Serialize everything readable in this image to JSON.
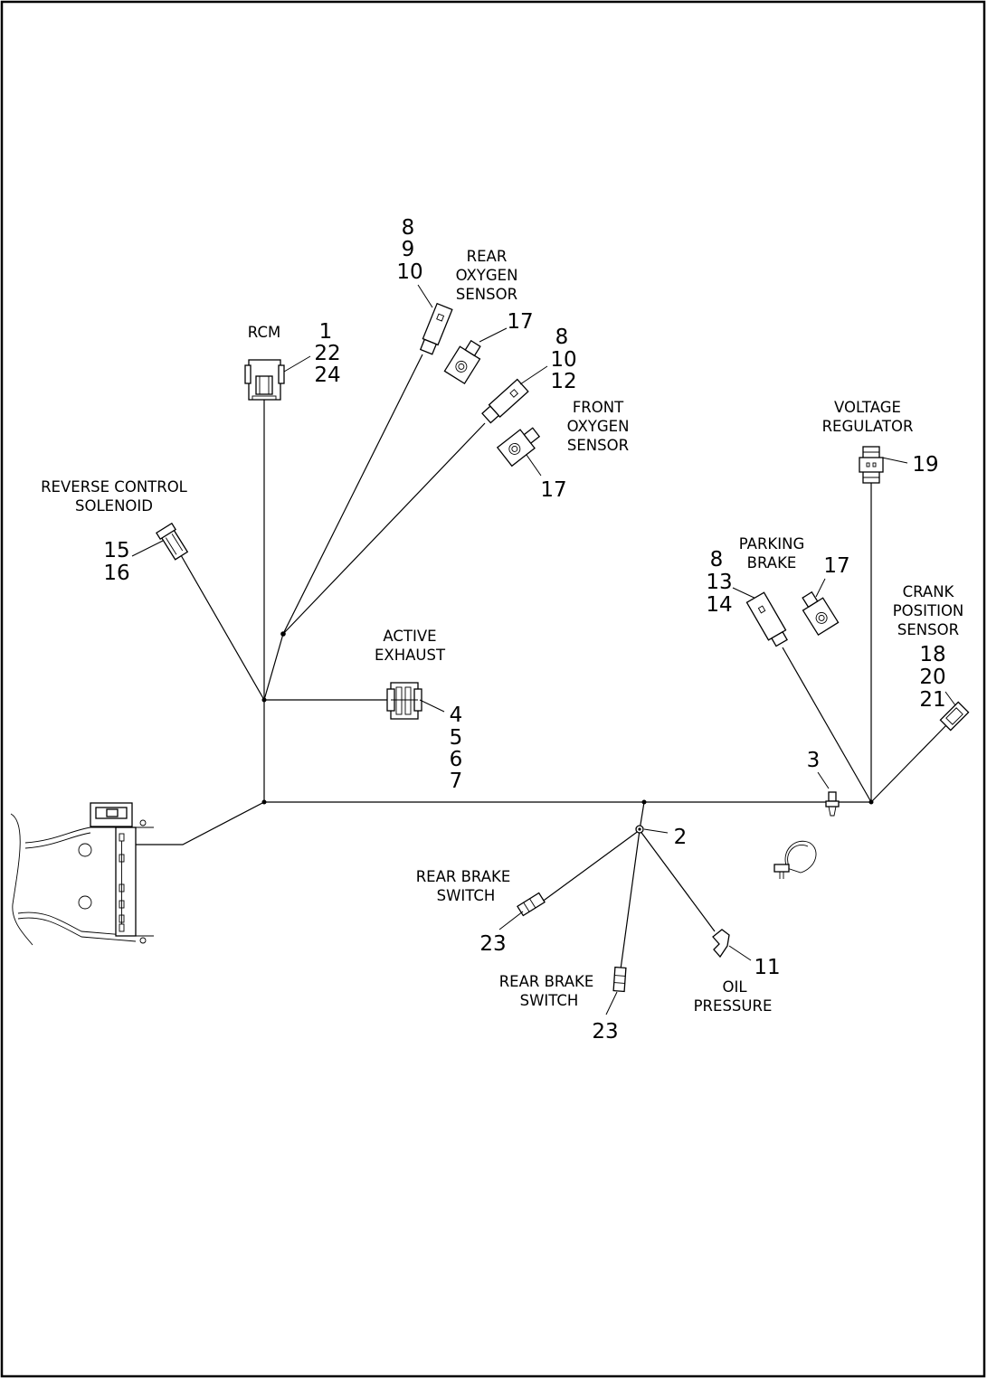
{
  "labels": {
    "rcm": "RCM",
    "rear_o2": [
      "REAR",
      "OXYGEN",
      "SENSOR"
    ],
    "front_o2": [
      "FRONT",
      "OXYGEN",
      "SENSOR"
    ],
    "voltage_reg": [
      "VOLTAGE",
      "REGULATOR"
    ],
    "reverse_sol": [
      "REVERSE CONTROL",
      "SOLENOID"
    ],
    "parking_brake": [
      "PARKING",
      "BRAKE"
    ],
    "crank_pos": [
      "CRANK",
      "POSITION",
      "SENSOR"
    ],
    "active_exhaust": [
      "ACTIVE",
      "EXHAUST"
    ],
    "rear_brake_1": [
      "REAR BRAKE",
      "SWITCH"
    ],
    "rear_brake_2": [
      "REAR BRAKE",
      "SWITCH"
    ],
    "oil_pressure": [
      "OIL",
      "PRESSURE"
    ]
  },
  "callouts": {
    "rear_o2_conn": [
      "8",
      "9",
      "10"
    ],
    "rear_o2_clip": "17",
    "rcm": [
      "1",
      "22",
      "24"
    ],
    "front_o2_conn": [
      "8",
      "10",
      "12"
    ],
    "front_o2_clip": "17",
    "voltage_reg": "19",
    "reverse_sol": [
      "15",
      "16"
    ],
    "parking_brake_conn": [
      "8",
      "13",
      "14"
    ],
    "parking_brake_clip": "17",
    "crank_pos": [
      "18",
      "20",
      "21"
    ],
    "active_exhaust": [
      "4",
      "5",
      "6",
      "7"
    ],
    "fastener": "3",
    "junction": "2",
    "rear_brake_1": "23",
    "rear_brake_2": "23",
    "oil_pressure": "11"
  }
}
